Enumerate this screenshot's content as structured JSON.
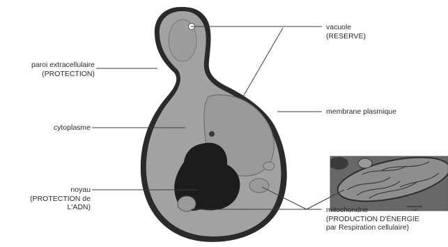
{
  "labels": {
    "paroi": [
      "paroi extracellulaire",
      "(PROTECTION)"
    ],
    "cytoplasme": [
      "cytoplasme"
    ],
    "noyau": [
      "noyau",
      "(PROTECTION de",
      "L'ADN)"
    ],
    "vacuole": [
      "vacuole",
      "(RESERVE)"
    ],
    "membrane": [
      "membrane plasmique"
    ],
    "mitochondrie": [
      "mitochondrie",
      "(PRODUCTION D'ÉNERGIE",
      "par Respiration cellulaire)"
    ]
  },
  "inset": {
    "scale_label": "1 µm"
  },
  "colors": {
    "background": "#ffffff",
    "cell_wall": "#222222",
    "cytoplasm": "#a8a8a8",
    "vacuole": "#9c9c9c",
    "nucleus": "#1c1c1c",
    "leader_line": "#3a3a3a",
    "text": "#2b2b2b"
  }
}
